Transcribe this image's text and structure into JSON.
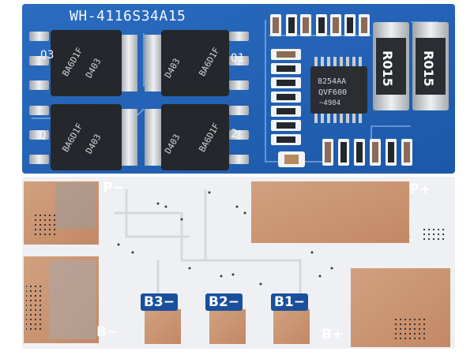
{
  "board": {
    "model_label": "WH-4116S34A15",
    "mosfet_refs": [
      "Q3",
      "Q1",
      "Q",
      "2"
    ],
    "mosfet_markings": [
      "BA6D1F",
      "D403"
    ],
    "ic_marking": [
      "8254AA",
      "QVF600",
      "~4984"
    ],
    "shunt_resistor_value": "R015"
  },
  "pads": {
    "p_negative": "P−",
    "p_positive": "P+",
    "b_negative": "B−",
    "b_positive": "B+",
    "b3": "B3−",
    "b2": "B2−",
    "b1": "B1−"
  },
  "colors": {
    "pcb_blue": "#1f5fb3",
    "solder_mask_white": "#eef0f3",
    "copper_pad": "#c8906c",
    "component_black": "#24282c",
    "tin_silver": "#c8cbcf"
  }
}
